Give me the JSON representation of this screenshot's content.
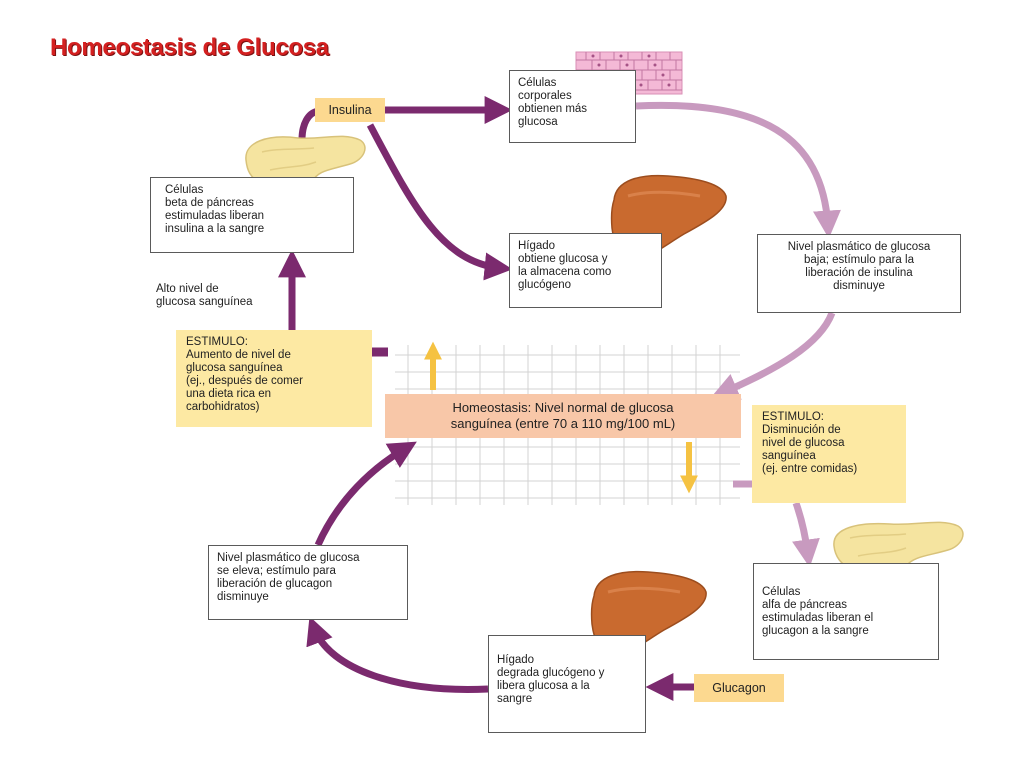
{
  "title": "Homeostasis de Glucosa",
  "center": {
    "text": "Homeostasis: Nivel normal de glucosa\nsanguínea (entre 70 a 110 mg/100 mL)"
  },
  "hormones": {
    "insulina": "Insulina",
    "glucagon": "Glucagon"
  },
  "stimulus_high": {
    "text": "ESTIMULO:\nAumento de nivel de\nglucosa sanguínea\n(ej., después de comer\nuna dieta rica en\ncarbohidratos)"
  },
  "stimulus_low": {
    "text": "ESTIMULO:\nDisminución de\nnivel de glucosa\nsanguínea\n(ej. entre comidas)"
  },
  "boxes": {
    "beta_cells": "Células\nbeta de páncreas\nestimuladas liberan\ninsulina a la sangre",
    "body_cells": "Células\ncorporales\nobtienen más\nglucosa",
    "liver_stores": "Hígado\nobtiene glucosa y\nla almacena como\nglucógeno",
    "plasma_low": "Nivel plasmático de glucosa\nbaja; estímulo para la\nliberación de insulina\ndisminuye",
    "alpha_cells": "Células\nalfa de páncreas\nestimuladas liberan el\nglucagon a la sangre",
    "liver_releases": "Hígado\ndegrada glucógeno y\nlibera glucosa a la\nsangre",
    "plasma_high": "Nivel plasmático de glucosa\nse eleva; estímulo para\nliberación de  glucagon\ndisminuye"
  },
  "labels": {
    "high_glucose": "Alto nivel de\nglucosa sanguínea"
  },
  "colors": {
    "title": "#d42020",
    "arrow_dark": "#7b2a6e",
    "arrow_light": "#c89abf",
    "stimulus_fill": "#fde9a3",
    "hormone_fill": "#fcd990",
    "center_fill": "#f8c7a8",
    "liver": "#c96a2f",
    "pancreas": "#f5e4a0",
    "tissue": "#f4b9d6"
  },
  "icons": [
    "pancreas-icon",
    "liver-icon",
    "tissue-cells-icon",
    "up-arrow-icon",
    "down-arrow-icon"
  ]
}
